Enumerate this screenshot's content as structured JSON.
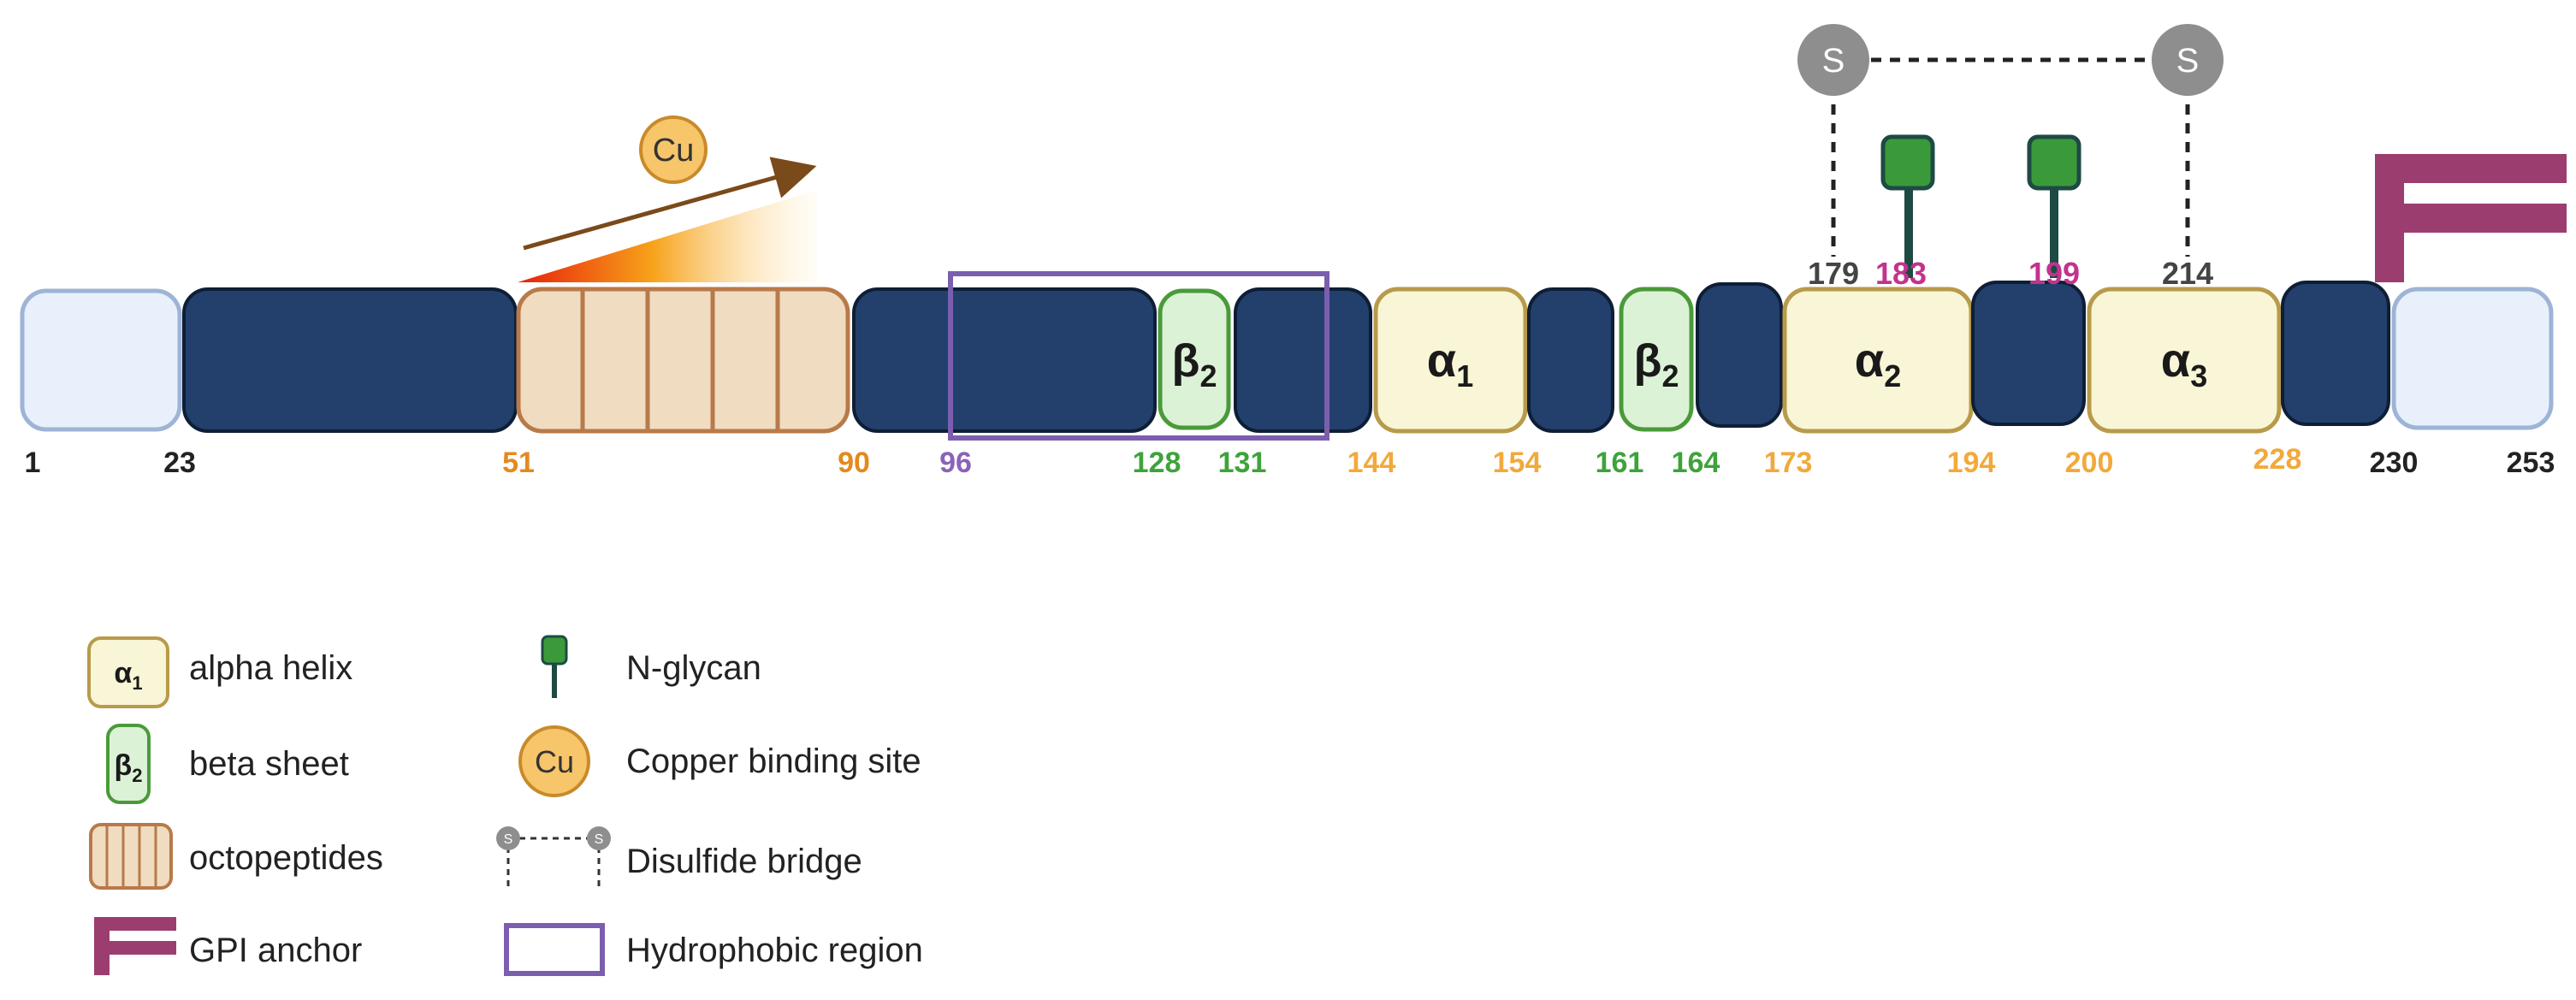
{
  "colors": {
    "dark": "#22406b",
    "light_end": "#e8f0fb",
    "light_end_border": "#9db4d6",
    "octo_fill": "#f0dcc0",
    "octo_border": "#b87a4a",
    "helix_fill": "#f8f6d6",
    "helix_border": "#b89a4a",
    "beta_fill": "#dcf2d6",
    "beta_border": "#4a9a3a",
    "gpi": "#9c3d6f",
    "glycan_head": "#3a9a3a",
    "glycan_stem": "#1e4a44",
    "sulfur": "#8e8e8e",
    "copper_fill": "#f7c56a",
    "copper_border": "#c98a2a",
    "arrow": "#7a4a1a",
    "hydrophobic": "#7b5fae",
    "label_black": "#222222",
    "label_orange": "#e38a1e",
    "label_yellow": "#f2a93b",
    "label_green": "#3ea33a",
    "label_purple": "#8a63b8",
    "label_magenta": "#c2338f"
  },
  "domains": {
    "helix_1": {
      "greek": "α",
      "sub": "1"
    },
    "helix_2": {
      "greek": "α",
      "sub": "2"
    },
    "helix_3": {
      "greek": "α",
      "sub": "3"
    },
    "beta_1": {
      "greek": "β",
      "sub": "2"
    },
    "beta_2": {
      "greek": "β",
      "sub": "2"
    }
  },
  "copper_site": {
    "symbol": "Cu"
  },
  "sulfur_symbol": "S",
  "positions": {
    "p1": "1",
    "p23": "23",
    "p51": "51",
    "p90": "90",
    "p96": "96",
    "p128": "128",
    "p131": "131",
    "p144": "144",
    "p154": "154",
    "p161": "161",
    "p164": "164",
    "p173": "173",
    "p194": "194",
    "p200": "200",
    "p228": "228",
    "p230": "230",
    "p253": "253",
    "p179": "179",
    "p183": "183",
    "p199": "199",
    "p214": "214"
  },
  "legend": {
    "alpha_helix": {
      "icon_greek": "α",
      "icon_sub": "1",
      "label": "alpha helix"
    },
    "beta_sheet": {
      "icon_greek": "β",
      "icon_sub": "2",
      "label": "beta sheet"
    },
    "octopeptides": {
      "label": "octopeptides"
    },
    "gpi_anchor": {
      "label": "GPI anchor"
    },
    "n_glycan": {
      "label": "N-glycan"
    },
    "copper": {
      "icon_text": "Cu",
      "label": "Copper binding site"
    },
    "disulfide": {
      "icon_text": "S",
      "label": "Disulfide bridge"
    },
    "hydrophobic": {
      "label": "Hydrophobic region"
    }
  }
}
